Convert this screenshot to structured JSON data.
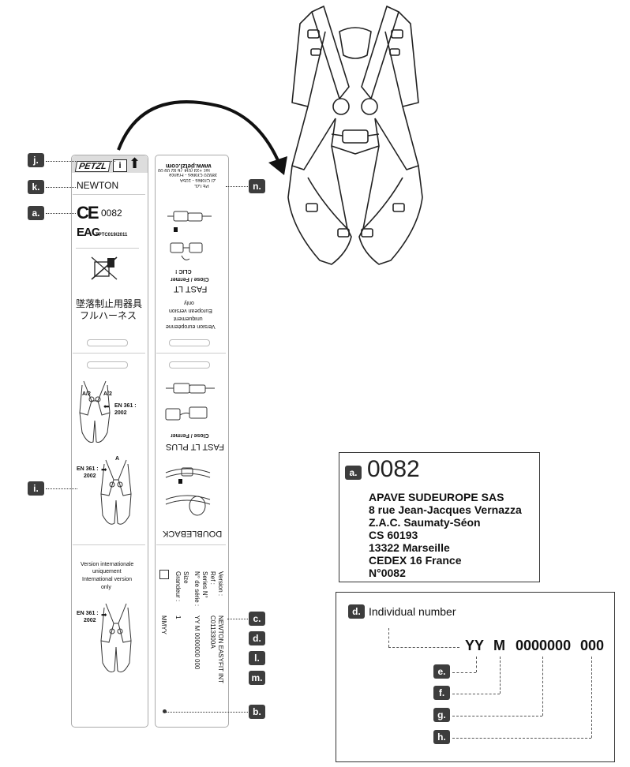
{
  "markers": {
    "a": "a.",
    "b": "b.",
    "c": "c.",
    "d": "d.",
    "e": "e.",
    "f": "f.",
    "g": "g.",
    "h": "h.",
    "i": "i.",
    "j": "j.",
    "k": "k.",
    "l": "l.",
    "m": "m.",
    "n": "n."
  },
  "left_label": {
    "brand": "PETZL",
    "model": "NEWTON",
    "ce_mark": "CE",
    "ce_number": "0082",
    "eac_mark": "EAC",
    "eac_standard": "TPTC019/2011",
    "japanese_line1": "墜落制止用器具",
    "japanese_line2": "フルハーネス",
    "a_half_left": "A/2",
    "a_half_right": "A/2",
    "en_standard_1": "EN 361 :",
    "en_year_1": "2002",
    "en_standard_2": "EN 361 :",
    "en_year_2": "2002",
    "anchor_a": "A",
    "version_line1": "Version internationale",
    "version_line2": "uniquement",
    "version_line3": "International version",
    "version_line4": "only",
    "en_standard_3": "EN 361 :",
    "en_year_3": "2002"
  },
  "right_label": {
    "website": "www.petzl.com",
    "company": "PETZL",
    "address1": "ZI Crolles - 105A",
    "address2": "38920 Crolles - France",
    "phone": "Tel: +33 (0)4 76 92 09 00",
    "close_fermer_1": "Close / Fermer",
    "clic": "CLIC !",
    "fast_lt": "FAST LT",
    "eu_version_1": "Version européenne",
    "eu_version_2": "uniquement",
    "eu_version_3": "European version",
    "eu_version_4": "only",
    "close_fermer_2": "Close / Fermer",
    "fast_lt_plus": "FAST LT PLUS",
    "doubleback": "DOUBLEBACK",
    "field_version": "Version :",
    "field_ref": "Ref :",
    "field_series": "Series N°",
    "field_serie": "N° de série :",
    "field_size": "Size",
    "field_grandeur": "Grandeur :",
    "val_version": "NEWTON EASYFIT INT",
    "val_ref": "C0113300A",
    "val_serial": "YY M 0000000 000",
    "val_size": "1",
    "val_date": "MMYY"
  },
  "notified_body": {
    "number": "0082",
    "lines": [
      "APAVE SUDEUROPE SAS",
      "8 rue Jean-Jacques Vernazza",
      "Z.A.C. Saumaty-Séon",
      "CS 60193",
      "13322 Marseille",
      "CEDEX 16 France",
      "N°0082"
    ]
  },
  "individual_number": {
    "title": "Individual number",
    "year": "YY",
    "month": "M",
    "sequence": "0000000",
    "suffix": "000"
  }
}
